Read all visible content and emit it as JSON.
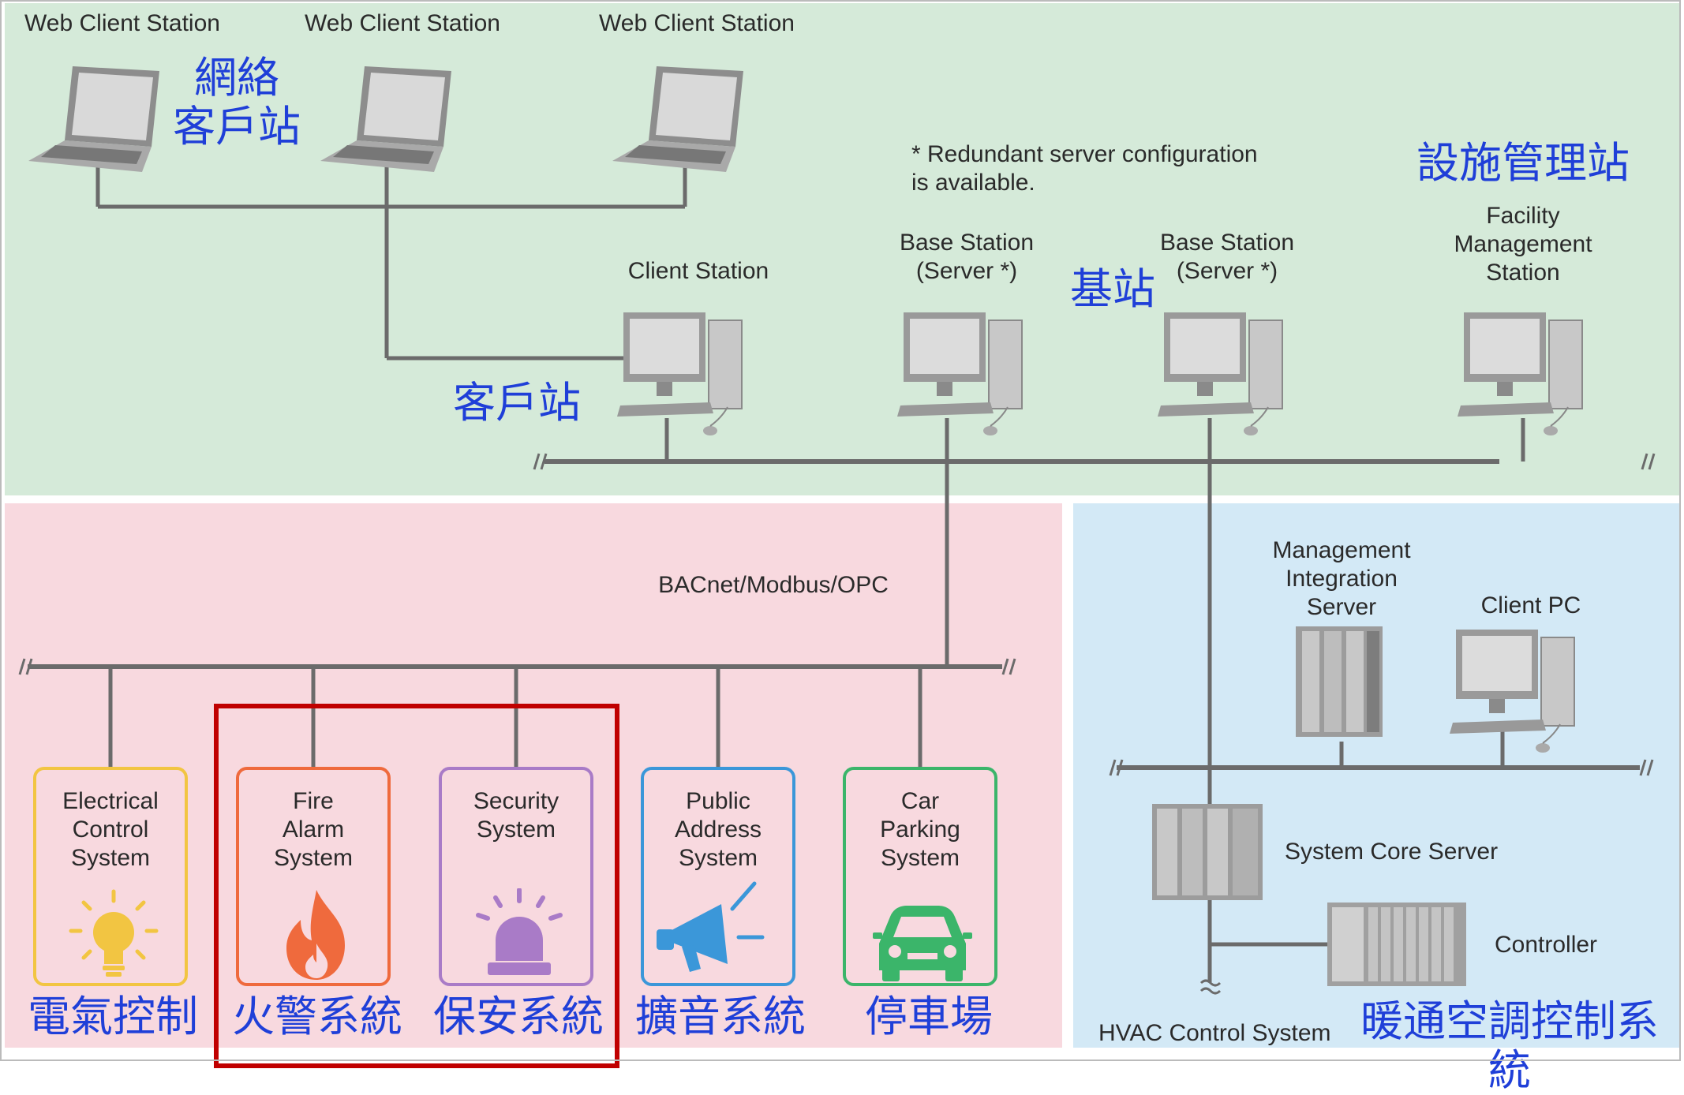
{
  "web_clients": {
    "title_1": "Web Client Station",
    "title_2": "Web Client Station",
    "title_3": "Web Client Station",
    "cjk": "網絡\n客戶站"
  },
  "note": "* Redundant server configuration\n   is available.",
  "client_station": {
    "title": "Client Station",
    "cjk": "客戶站"
  },
  "base_station_1": {
    "title": "Base Station\n(Server *)"
  },
  "base_station_2": {
    "title": "Base Station\n(Server *)"
  },
  "base_station_cjk": "基站",
  "facility": {
    "title": "Facility\nManagement\nStation",
    "cjk": "設施管理站"
  },
  "protocol": "BACnet/Modbus/OPC",
  "subsystems": [
    {
      "title": "Electrical\nControl\nSystem",
      "cjk": "電氣控制",
      "color": "#f2c542",
      "icon": "lightbulb-icon"
    },
    {
      "title": "Fire\nAlarm\nSystem",
      "cjk": "火警系統",
      "color": "#ef6a3d",
      "icon": "flame-icon"
    },
    {
      "title": "Security\nSystem",
      "cjk": "保安系統",
      "color": "#a97bc7",
      "icon": "beacon-icon"
    },
    {
      "title": "Public\nAddress\nSystem",
      "cjk": "擴音系統",
      "color": "#3b97d9",
      "icon": "megaphone-icon"
    },
    {
      "title": "Car\nParking\nSystem",
      "cjk": "停車場",
      "color": "#3bb56a",
      "icon": "car-icon"
    }
  ],
  "hvac": {
    "mis": "Management\nIntegration\nServer",
    "client_pc": "Client PC",
    "core": "System Core Server",
    "controller": "Controller",
    "title": "HVAC Control System",
    "cjk": "暖通空調控制系統"
  },
  "highlight_color": "#c00000"
}
